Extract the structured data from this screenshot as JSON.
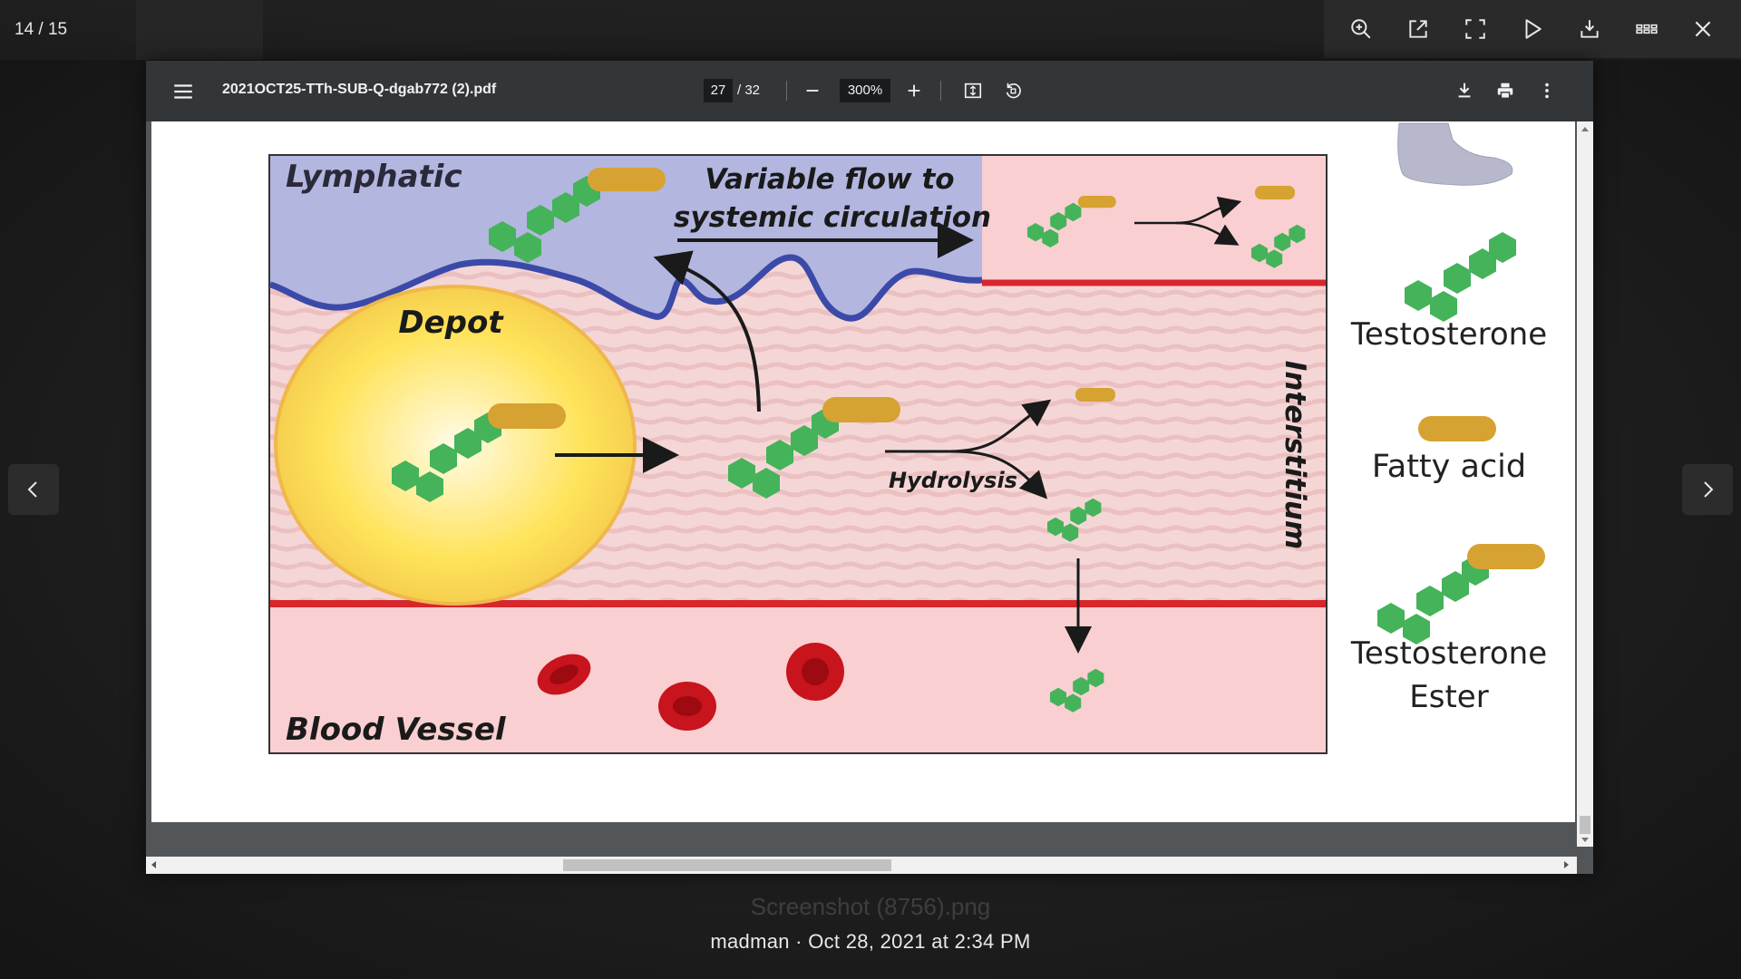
{
  "viewer": {
    "counter": "14 / 15",
    "caption_filename": "Screenshot (8756).png",
    "caption_meta": "madman · Oct 28, 2021 at 2:34 PM",
    "top_actions": [
      {
        "name": "zoom-in-icon"
      },
      {
        "name": "open-external-icon"
      },
      {
        "name": "fullscreen-icon"
      },
      {
        "name": "slideshow-play-icon"
      },
      {
        "name": "download-icon"
      },
      {
        "name": "grid-view-icon"
      },
      {
        "name": "close-icon"
      }
    ]
  },
  "pdf": {
    "title": "2021OCT25-TTh-SUB-Q-dgab772 (2).pdf",
    "page_current": "27",
    "page_total": "/ 32",
    "zoom": "300%"
  },
  "figure": {
    "lymphatic": "Lymphatic",
    "flow_line1": "Variable flow to",
    "flow_line2": "systemic circulation",
    "depot": "Depot",
    "hydrolysis": "Hydrolysis",
    "interstitium": "Interstitium",
    "blood_vessel": "Blood Vessel",
    "legend_testosterone": "Testosterone",
    "legend_fatty_acid": "Fatty acid",
    "legend_ester_line1": "Testosterone",
    "legend_ester_line2": "Ester",
    "colors": {
      "lymph": "#b3b6df",
      "vessel": "#f9cfd1",
      "membrane": "#d7262c",
      "molecule": "#44b35a",
      "fatty_acid": "#d6a232",
      "depot": "#ffe25c",
      "lymph_wall": "#3b4aa8"
    }
  }
}
